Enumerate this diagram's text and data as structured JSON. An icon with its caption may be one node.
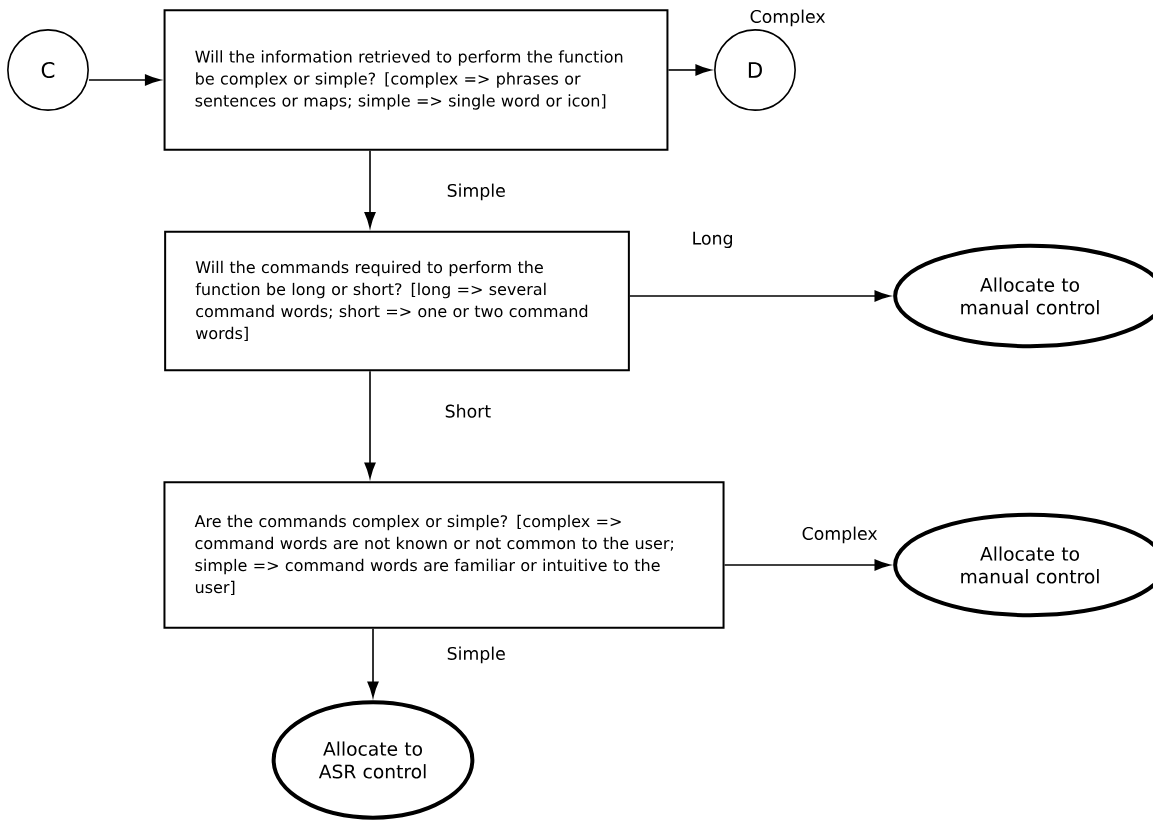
{
  "diagram": {
    "nodes": [
      {
        "text": [
          "C"
        ]
      },
      {
        "text": [
          "Will the information retrieved to perform the function be complex or simple? [complex => phrases or sentences or maps; simple => single word or icon]"
        ]
      },
      {
        "text": [
          "D"
        ]
      },
      {
        "text": [
          "Will the commands required to perform the function be long or short? [long => several command words; short => one or two command words]"
        ]
      },
      {
        "text": [
          "Allocate to manual control"
        ]
      },
      {
        "text": [
          "Are the commands complex or simple? [complex => command words are not known or not common to the user; simple => command words are familiar or intuitive to the user]"
        ]
      },
      {
        "text": [
          "Allocate to manual control"
        ]
      },
      {
        "text": [
          "Allocate to ASR control"
        ]
      }
    ],
    "edges": [
      {
        "from": 0,
        "to": 1,
        "arrow": "to"
      },
      {
        "from": 1,
        "to": 2,
        "arrow": "to",
        "label": "Complex"
      },
      {
        "from": 1,
        "to": 3,
        "arrow": "to",
        "label": "Simple"
      },
      {
        "from": 3,
        "to": 4,
        "arrow": "to",
        "label": "Long"
      },
      {
        "from": 3,
        "to": 5,
        "arrow": "to",
        "label": "Short"
      },
      {
        "from": 5,
        "to": 6,
        "arrow": "to",
        "label": "Complex"
      },
      {
        "from": 5,
        "to": 7,
        "arrow": "to",
        "label": "Simple"
      }
    ]
  }
}
